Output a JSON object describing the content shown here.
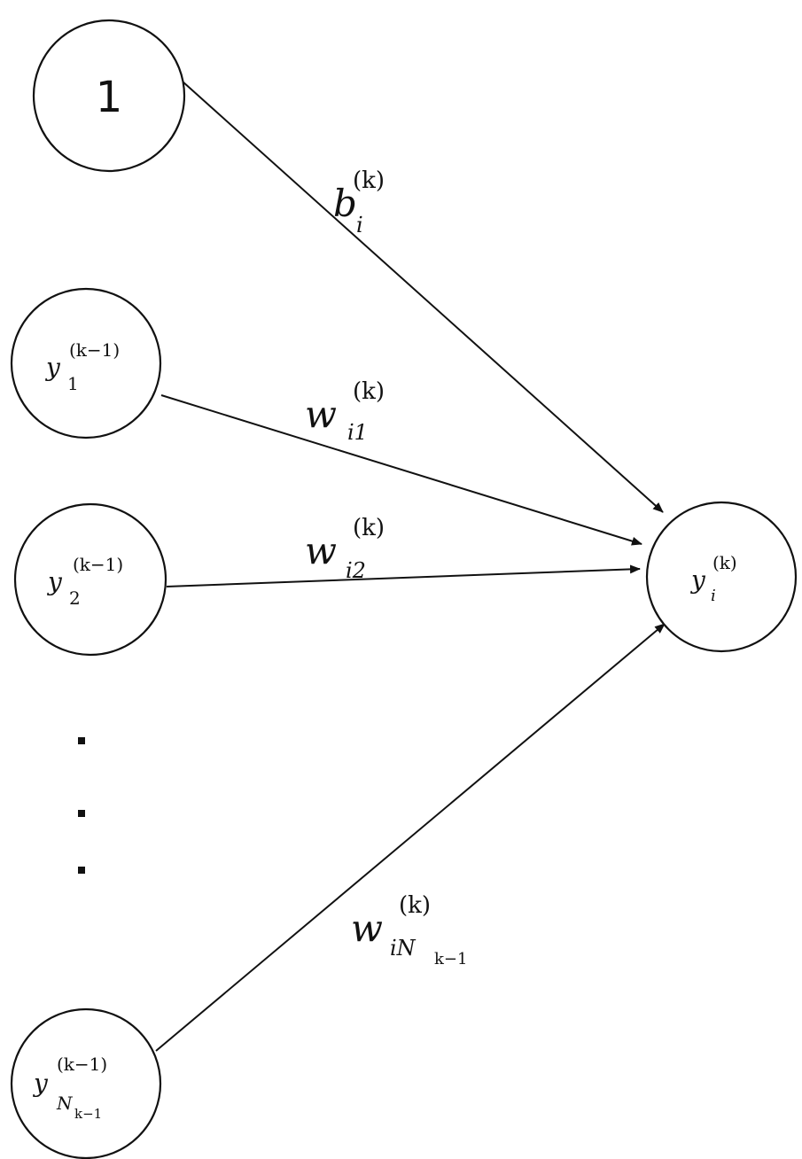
{
  "nodes": {
    "bias": {
      "label": "1"
    },
    "input_1": {
      "base": "y",
      "sup": "(k−1)",
      "sub": "1"
    },
    "input_2": {
      "base": "y",
      "sup": "(k−1)",
      "sub": "2"
    },
    "input_n": {
      "base": "y",
      "sup": "(k−1)",
      "sub": "N",
      "subsub": "k−1"
    },
    "output": {
      "base": "y",
      "sup": "(k)",
      "sub": "i"
    }
  },
  "edges": {
    "bias": {
      "base": "b",
      "sup": "(k)",
      "sub": "i"
    },
    "w1": {
      "base": "w",
      "sup": "(k)",
      "sub": "i1"
    },
    "w2": {
      "base": "w",
      "sup": "(k)",
      "sub": "i2"
    },
    "wn": {
      "base": "w",
      "sup": "(k)",
      "sub": "iN",
      "subsub": "k−1"
    }
  },
  "ellipsis_dots": 3
}
